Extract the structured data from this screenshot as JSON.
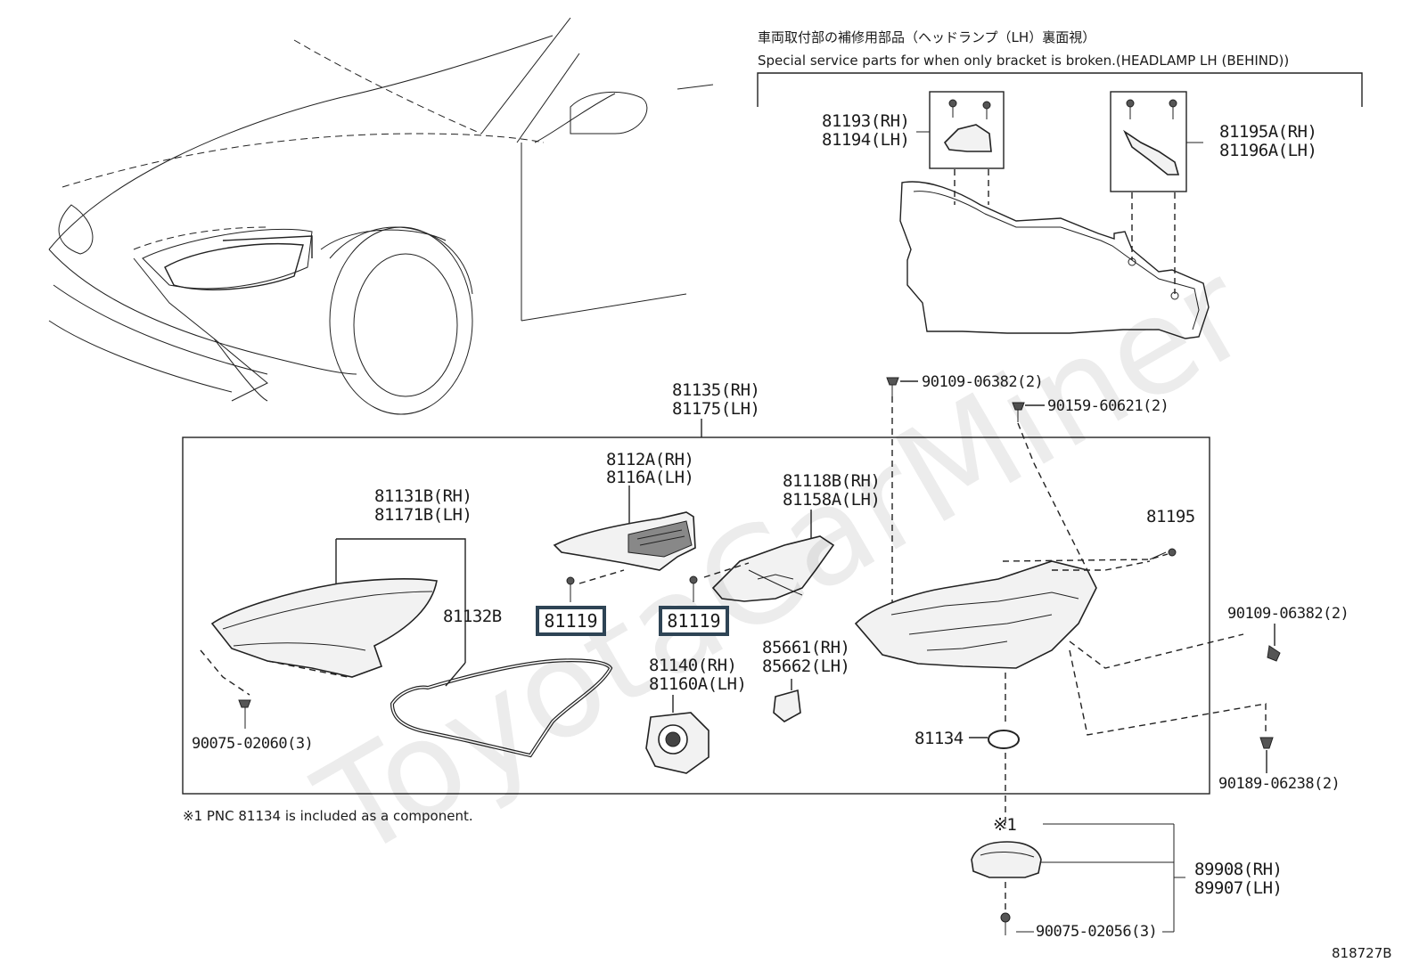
{
  "header": {
    "japanese": "車両取付部の補修用部品（ヘッドランプ（LH）裏面視）",
    "english": "Special service parts for when only bracket is broken.(HEADLAMP LH (BEHIND))"
  },
  "labels": {
    "p81193": "81193(RH)",
    "p81194": "81194(LH)",
    "p81195A": "81195A(RH)",
    "p81196A": "81196A(LH)",
    "p90109_top": "90109-06382(2)",
    "p90159": "90159-60621(2)",
    "p81135": "81135(RH)",
    "p81175": "81175(LH)",
    "p8112A": "8112A(RH)",
    "p8116A": "8116A(LH)",
    "p81118B": "81118B(RH)",
    "p81158A": "81158A(LH)",
    "p81131B": "81131B(RH)",
    "p81171B": "81171B(LH)",
    "p81132B": "81132B",
    "p81119_a": "81119",
    "p81119_b": "81119",
    "p81195": "81195",
    "p90109_right": "90109-06382(2)",
    "p85661": "85661(RH)",
    "p85662": "85662(LH)",
    "p81140": "81140(RH)",
    "p81160A": "81160A(LH)",
    "p81134": "81134",
    "p90075_02060": "90075-02060(3)",
    "p90189": "90189-06238(2)",
    "mark1": "※1",
    "p89908": "89908(RH)",
    "p89907": "89907(LH)",
    "p90075_02056": "90075-02056(3)"
  },
  "footnote": "※1 PNC 81134 is included as a component.",
  "figure_id": "818727B",
  "watermark": "ToyotaCarMiner",
  "highlight_color": "#2e4455"
}
